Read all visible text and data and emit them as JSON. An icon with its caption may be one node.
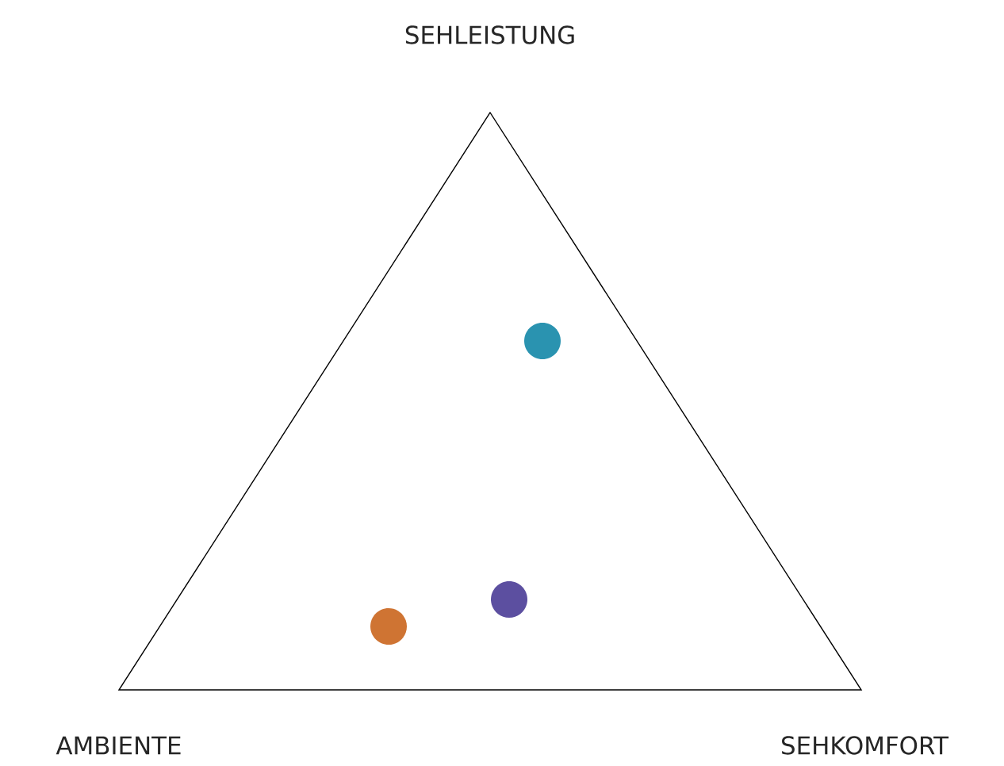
{
  "diagram": {
    "labels": [
      "SEHLEISTUNG",
      "AMBIENTE",
      "SEHKOMFORT"
    ]
  }
}
